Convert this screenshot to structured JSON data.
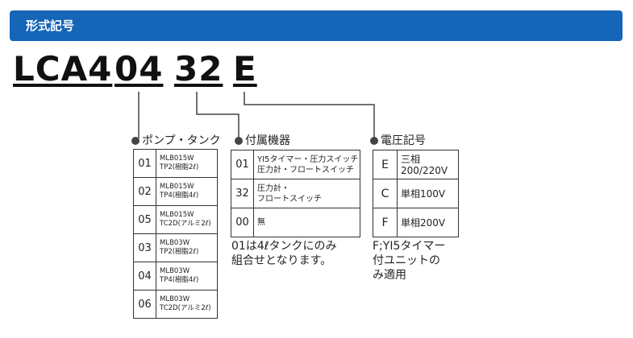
{
  "header": {
    "title": "形式記号"
  },
  "model_code": {
    "base": "LCA4",
    "pump": "04",
    "accessory": "32",
    "voltage": "E"
  },
  "pump_group": {
    "label": "ポンプ・タンク",
    "rows": [
      {
        "code": "01",
        "line1": "MLB015W",
        "line2": "TP2(樹脂2ℓ)"
      },
      {
        "code": "02",
        "line1": "MLB015W",
        "line2": "TP4(樹脂4ℓ)"
      },
      {
        "code": "05",
        "line1": "MLB015W",
        "line2": "TC2D(アルミ2ℓ)"
      },
      {
        "code": "03",
        "line1": "MLB03W",
        "line2": "TP2(樹脂2ℓ)"
      },
      {
        "code": "04",
        "line1": "MLB03W",
        "line2": "TP4(樹脂4ℓ)"
      },
      {
        "code": "06",
        "line1": "MLB03W",
        "line2": "TC2D(アルミ2ℓ)"
      }
    ]
  },
  "accessory_group": {
    "label": "付属機器",
    "rows": [
      {
        "code": "01",
        "line1": "YI5タイマー・圧力スイッチ",
        "line2": "圧力計・フロートスイッチ"
      },
      {
        "code": "32",
        "line1": "圧力計・",
        "line2": "フロートスイッチ"
      },
      {
        "code": "00",
        "line1": "無",
        "line2": ""
      }
    ],
    "note": "01は4ℓタンクにのみ\n組合せとなります。"
  },
  "voltage_group": {
    "label": "電圧記号",
    "rows": [
      {
        "code": "E",
        "line1": "三相200/220V"
      },
      {
        "code": "C",
        "line1": "単相100V"
      },
      {
        "code": "F",
        "line1": "単相200V"
      }
    ],
    "note": "F;YI5タイマー\n付ユニットの\nみ適用"
  },
  "colors": {
    "header_bg": "#1565b8",
    "header_text": "#ffffff",
    "line": "#444444"
  }
}
